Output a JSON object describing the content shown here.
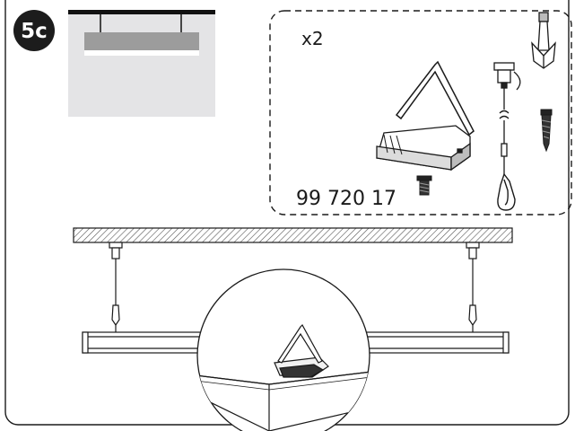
{
  "step": {
    "label": "5c"
  },
  "parts_box": {
    "quantity": "x2",
    "part_number": "99 720 17"
  },
  "colors": {
    "badge": "#1c1c1c",
    "thumb_bg": "#e4e4e6",
    "thumb_fixture": "#9c9c9c",
    "line": "#1a1a1a",
    "ceiling_hatch": "#555555"
  },
  "icons": [
    "triangle-hanger-icon",
    "mounting-bracket-icon",
    "bracket-screw-icon",
    "wall-plug-icon",
    "screw-icon",
    "ceiling-canopy-icon",
    "wire-suspension-icon",
    "wire-hook-icon"
  ]
}
